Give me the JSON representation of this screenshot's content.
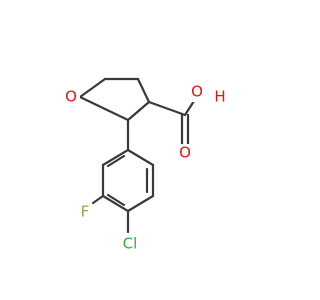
{
  "molecule": {
    "atoms": [
      {
        "id": "O_ring",
        "label": "O",
        "element": "O",
        "color": "#e8140c"
      },
      {
        "id": "O_oh",
        "label": "O",
        "element": "O",
        "color": "#e8140c"
      },
      {
        "id": "H_oh",
        "label": "H",
        "element": "H",
        "color": "#e8140c"
      },
      {
        "id": "O_carbonyl",
        "label": "O",
        "element": "O",
        "color": "#e8140c"
      },
      {
        "id": "F",
        "label": "F",
        "element": "F",
        "color": "#7fb23c"
      },
      {
        "id": "Cl",
        "label": "Cl",
        "element": "Cl",
        "color": "#34b034"
      }
    ],
    "bond_color": "#3a3a3a"
  }
}
